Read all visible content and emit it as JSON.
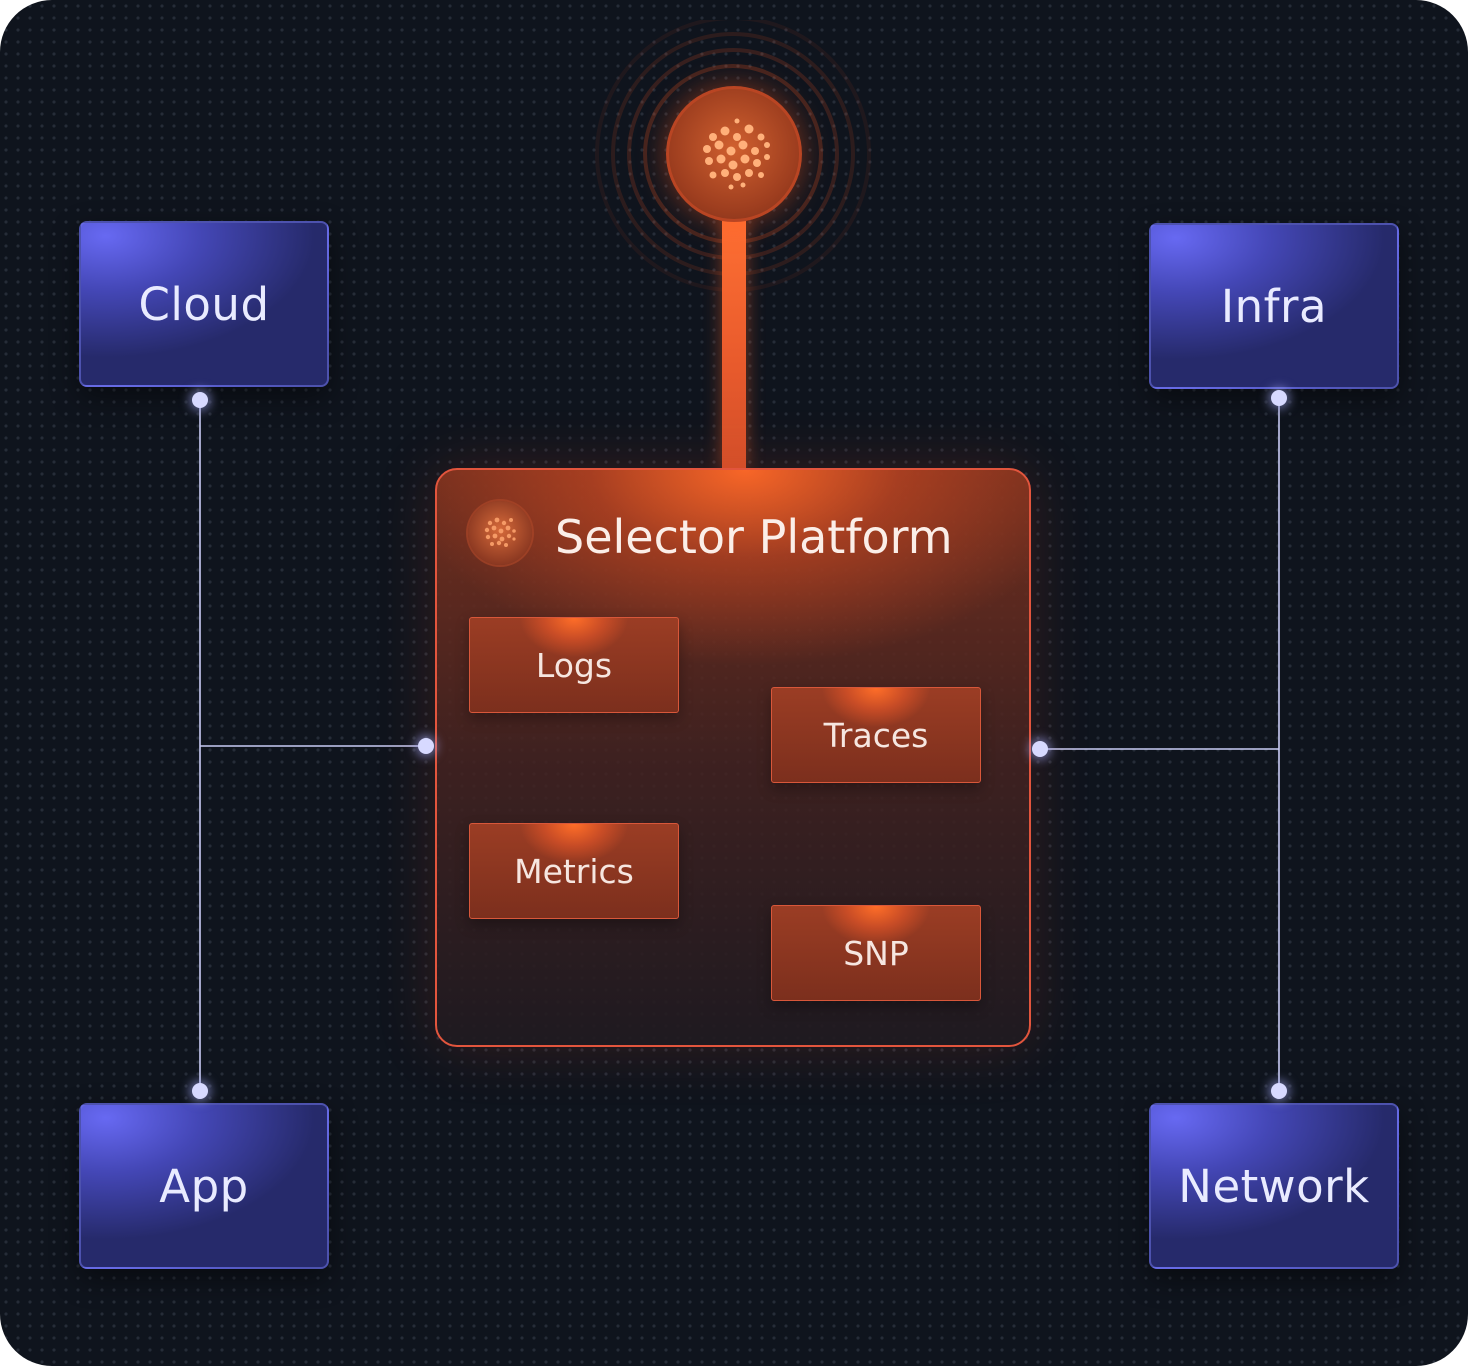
{
  "nodes": {
    "cloud": "Cloud",
    "infra": "Infra",
    "app": "App",
    "network": "Network"
  },
  "platform": {
    "title": "Selector Platform",
    "items": [
      "Logs",
      "Traces",
      "Metrics",
      "SNP"
    ]
  },
  "colors": {
    "background": "#0f141d",
    "node_blue": "#4447b6",
    "platform_orange": "#e85a2c",
    "connector": "#d7d9ff"
  },
  "icons": {
    "hub": "selector-logo-icon",
    "platform": "selector-logo-icon"
  }
}
